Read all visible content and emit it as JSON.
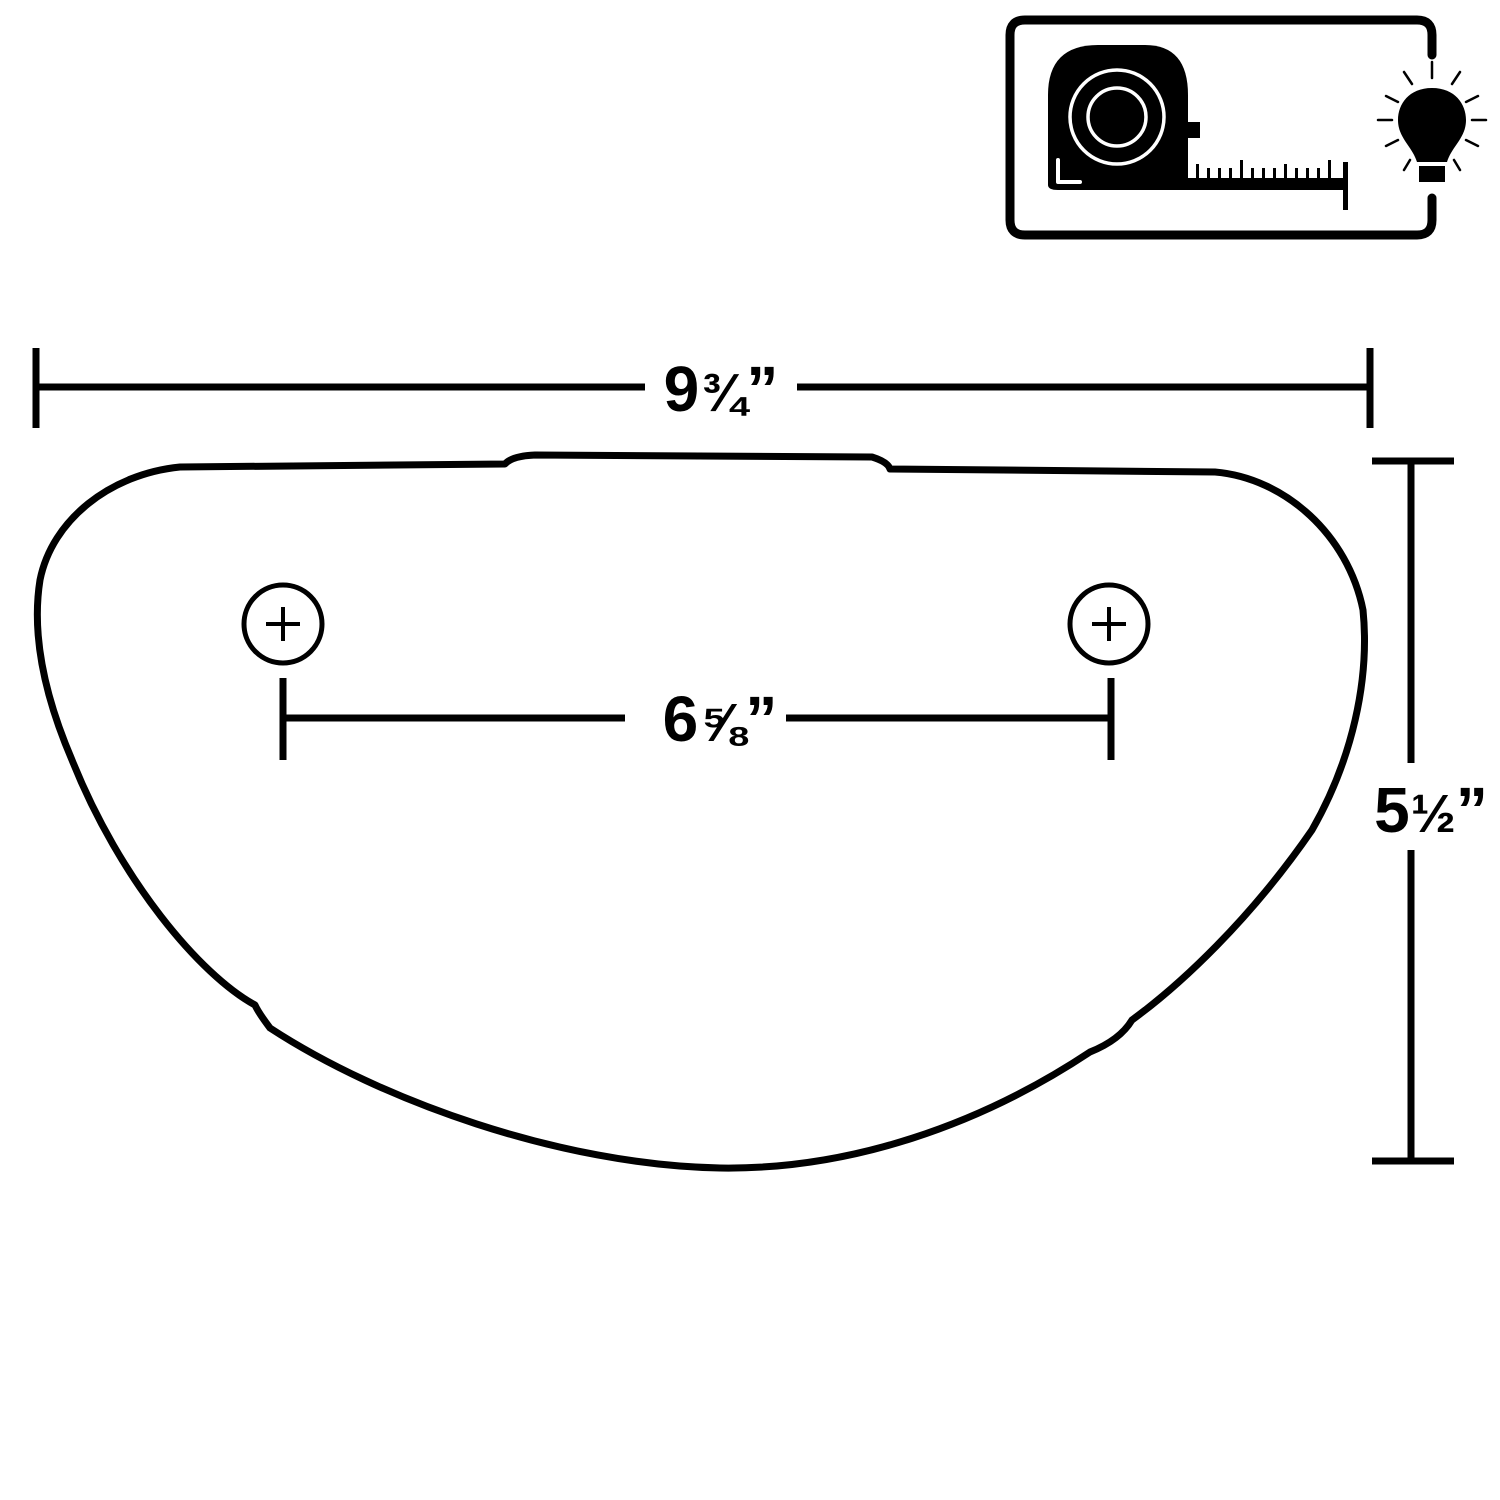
{
  "badge": {
    "icons": [
      "tape-measure-icon",
      "light-bulb-icon"
    ]
  },
  "dimensions": {
    "overall_width": {
      "whole": "9",
      "fraction": "¾",
      "unit": "”"
    },
    "overall_height": {
      "whole": "5",
      "fraction": "½",
      "unit": "”"
    },
    "hole_spacing": {
      "whole": "6",
      "fraction": "⅝",
      "unit": "”"
    }
  },
  "mounting_holes": {
    "count": 2,
    "icon": "screw-hole-icon"
  },
  "colors": {
    "line": "#000000",
    "background": "#ffffff"
  }
}
